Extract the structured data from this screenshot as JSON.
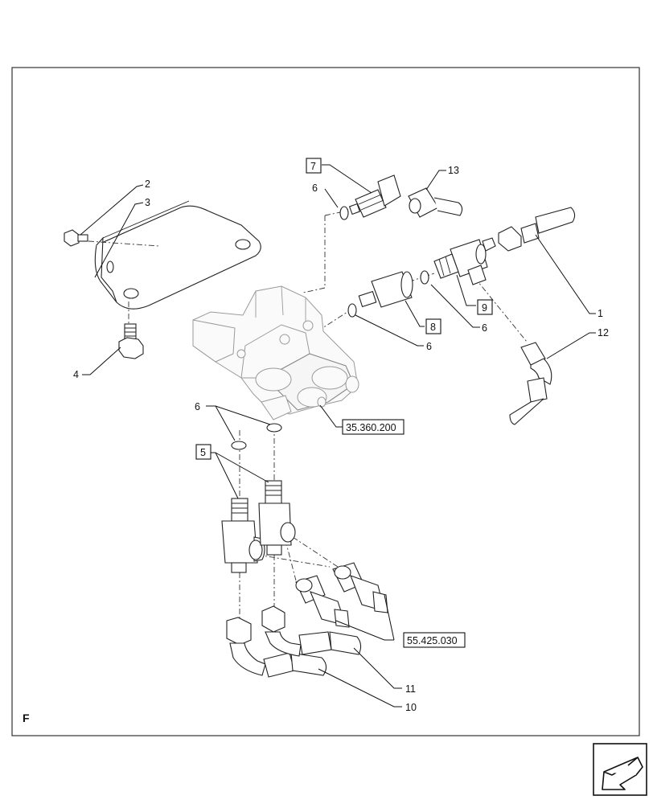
{
  "diagram": {
    "view_letter": "F",
    "callouts": {
      "c1": "1",
      "c2": "2",
      "c3": "3",
      "c4": "4",
      "c5": "5",
      "c6a": "6",
      "c6b": "6",
      "c6c": "6",
      "c6d": "6",
      "c7": "7",
      "c8": "8",
      "c9": "9",
      "c10": "10",
      "c11": "11",
      "c12": "12",
      "c13": "13"
    },
    "references": {
      "ref_valve": "35.360.200",
      "ref_sensor": "55.425.030"
    }
  },
  "nav_icon": "next-page-arrow-icon"
}
